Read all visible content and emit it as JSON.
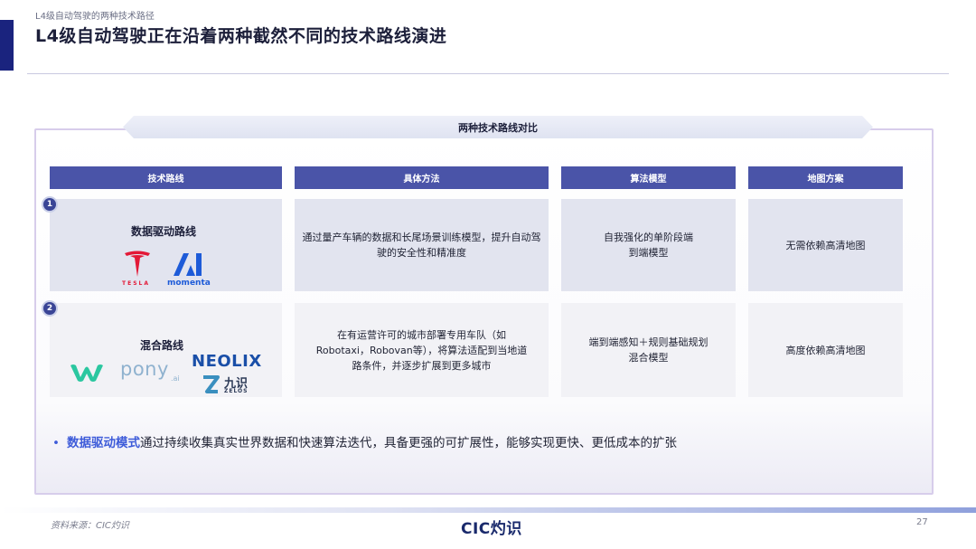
{
  "header": {
    "subtitle": "L4级自动驾驶的两种技术路径",
    "title": "L4级自动驾驶正在沿着两种截然不同的技术路线演进"
  },
  "comparison": {
    "banner": "两种技术路线对比",
    "columns": [
      "技术路线",
      "具体方法",
      "算法模型",
      "地图方案"
    ],
    "rows": [
      {
        "number": "1",
        "route": "数据驱动路线",
        "method": "通过量产车辆的数据和长尾场景训练模型，提升自动驾驶的安全性和精准度",
        "model": "自我强化的单阶段端到端模型",
        "map": "无需依赖高清地图",
        "logos": {
          "tesla": "TESLA",
          "momenta": "momenta"
        }
      },
      {
        "number": "2",
        "route": "混合路线",
        "method": "在有运营许可的城市部署专用车队（如Robotaxi，Robovan等），将算法适配到当地道路条件，并逐步扩展到更多城市",
        "model": "端到端感知＋规则基础规划混合模型",
        "map": "高度依赖高清地图",
        "logos": {
          "pony": "pony",
          "pony_ai": ".ai",
          "neolix": "NEOLIX",
          "zelos_cn": "九识",
          "zelos": "ZELOS"
        }
      }
    ]
  },
  "note": {
    "bullet": "•",
    "emphasis": "数据驱动模式",
    "text": "通过持续收集真实世界数据和快速算法迭代，具备更强的可扩展性，能够实现更快、更低成本的扩张"
  },
  "footer": {
    "source": "资料来源：CIC灼识",
    "brand": "CIC灼识",
    "page": "27"
  },
  "colors": {
    "accent": "#1a237e",
    "header_fill": "#4a54a8",
    "highlight": "#3d5bd9",
    "tesla_red": "#e31937",
    "momenta_blue": "#1e5bd8",
    "wechat_green": "#2bc7a0",
    "neolix_blue": "#1a4fa8"
  }
}
